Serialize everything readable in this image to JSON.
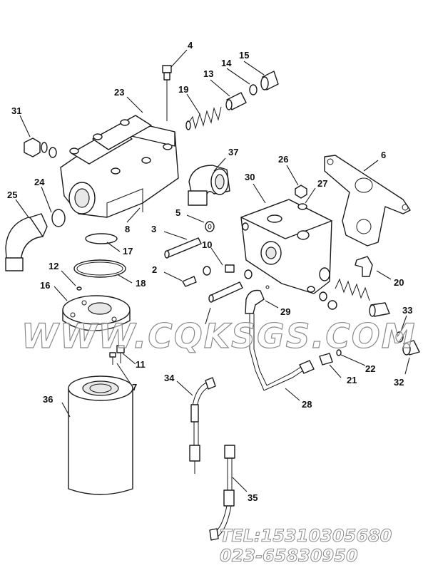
{
  "callouts": [
    "2",
    "3",
    "4",
    "5",
    "6",
    "7",
    "8",
    "10",
    "11",
    "12",
    "13",
    "14",
    "15",
    "16",
    "17",
    "18",
    "19",
    "20",
    "21",
    "22",
    "23",
    "24",
    "25",
    "26",
    "27",
    "28",
    "29",
    "30",
    "31",
    "32",
    "33",
    "34",
    "35",
    "36",
    "37"
  ],
  "watermark": "WWW.CQKSGS.COM",
  "contact": {
    "tel": "TEL:15310305680",
    "phone2": "023-65830950"
  }
}
